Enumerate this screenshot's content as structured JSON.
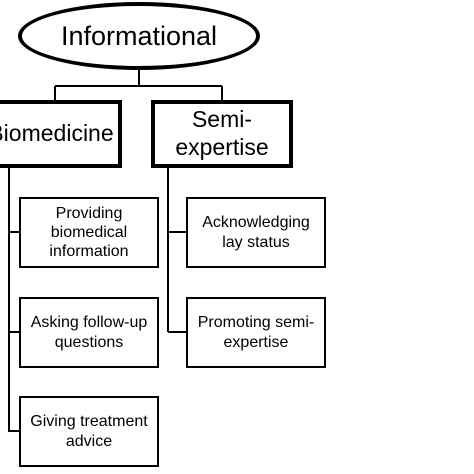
{
  "diagram": {
    "root": {
      "label": "Informational"
    },
    "categories": [
      {
        "label": "Biomedicine",
        "children": [
          "Providing biomedical information",
          "Asking follow-up questions",
          "Giving treatment advice"
        ]
      },
      {
        "label": "Semi-expertise",
        "children": [
          "Acknowledging lay status",
          "Promoting semi-expertise"
        ]
      }
    ]
  },
  "colors": {
    "line": "#000000",
    "background": "#ffffff"
  }
}
